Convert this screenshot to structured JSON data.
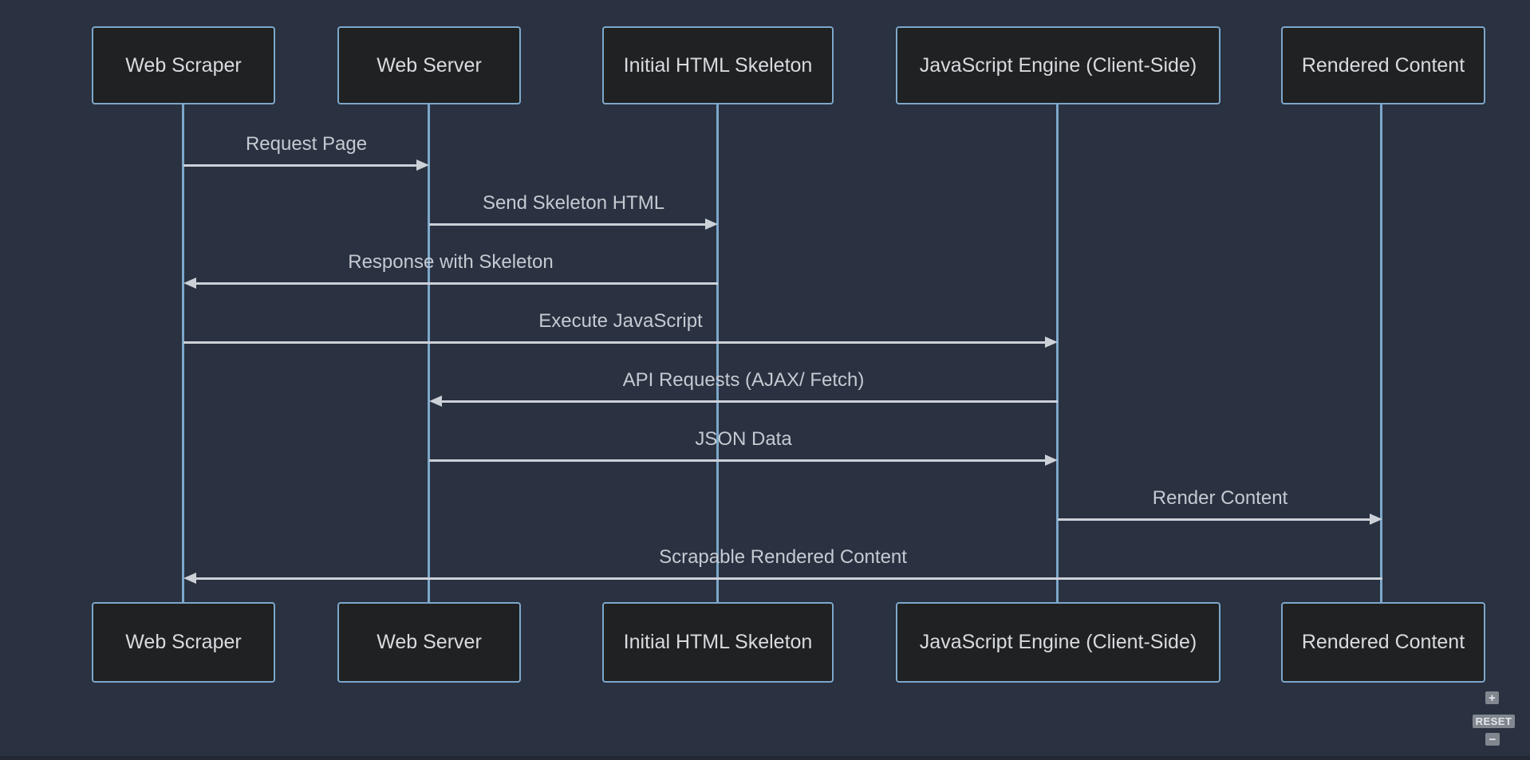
{
  "diagram": {
    "type": "sequence-diagram",
    "actors": [
      {
        "label": "Web Scraper"
      },
      {
        "label": "Web Server"
      },
      {
        "label": "Initial HTML Skeleton"
      },
      {
        "label": "JavaScript Engine (Client-Side)"
      },
      {
        "label": "Rendered Content"
      }
    ],
    "messages": [
      {
        "label": "Request Page",
        "from": "Web Scraper",
        "to": "Web Server"
      },
      {
        "label": "Send Skeleton HTML",
        "from": "Web Server",
        "to": "Initial HTML Skeleton"
      },
      {
        "label": "Response with Skeleton",
        "from": "Initial HTML Skeleton",
        "to": "Web Scraper"
      },
      {
        "label": "Execute JavaScript",
        "from": "Web Scraper",
        "to": "JavaScript Engine (Client-Side)"
      },
      {
        "label": "API Requests (AJAX/ Fetch)",
        "from": "JavaScript Engine (Client-Side)",
        "to": "Web Server"
      },
      {
        "label": "JSON Data",
        "from": "Web Server",
        "to": "JavaScript Engine (Client-Side)"
      },
      {
        "label": "Render Content",
        "from": "JavaScript Engine (Client-Side)",
        "to": "Rendered Content"
      },
      {
        "label": "Scrapable Rendered Content",
        "from": "Rendered Content",
        "to": "Web Scraper"
      }
    ]
  },
  "controls": {
    "zoom_in_label": "+",
    "reset_label": "RESET",
    "zoom_out_label": "−"
  },
  "colors": {
    "background": "#2a3140",
    "actor_fill": "#1f2122",
    "actor_border": "#7da7cb",
    "lifeline": "#7da7cb",
    "arrow": "#ccd1d8",
    "message_text": "#c5cad2",
    "actor_text": "#d8dbdf",
    "control_button_bg": "#80878f",
    "control_button_text": "#e3e6ea",
    "bottom_strip": "#232834"
  }
}
